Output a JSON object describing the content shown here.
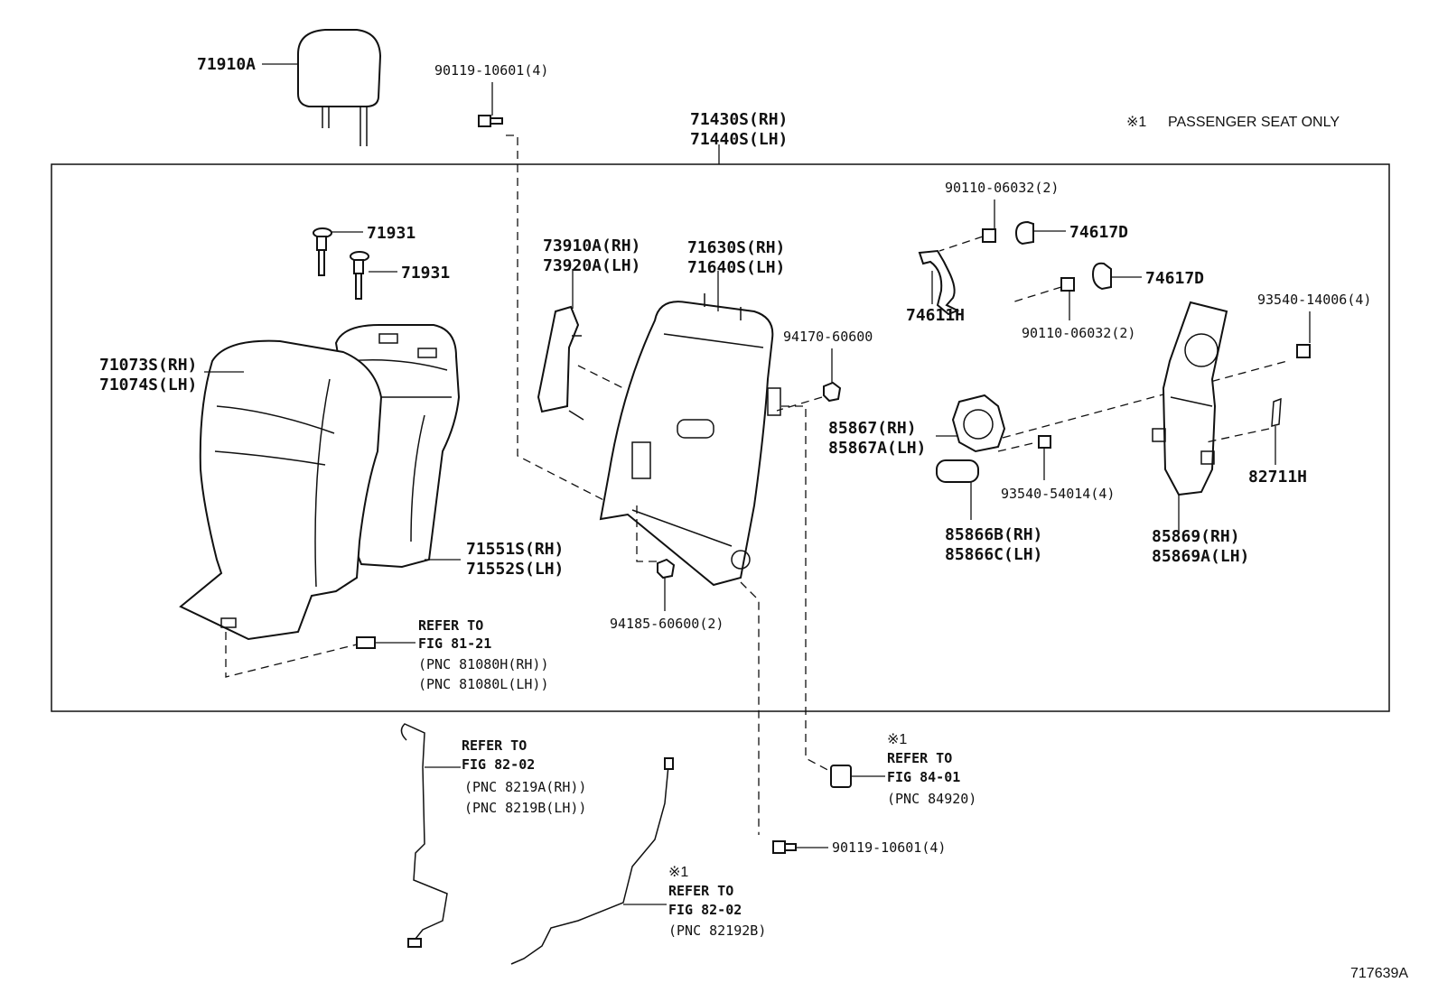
{
  "note": {
    "mark": "※1",
    "text": "PASSENGER SEAT ONLY"
  },
  "diagram_id": "717639A",
  "labels": {
    "headrest": "71910A",
    "bolt_top": "90119-10601(4)",
    "assembly_rh": "71430S(RH)",
    "assembly_lh": "71440S(LH)",
    "bolt_handle_1": "90110-06032(2)",
    "cap_1": "74617D",
    "handle": "74611H",
    "cap_2": "74617D",
    "bolt_handle_2": "90110-06032(2)",
    "support_top": "71931",
    "support_bottom": "71931",
    "cover_rh": "73910A(RH)",
    "cover_lh": "73920A(LH)",
    "frame_rh": "71630S(RH)",
    "frame_lh": "71640S(LH)",
    "nut_top": "94170-60600",
    "screw_right": "93540-14006(4)",
    "cushion_cover_rh": "71073S(RH)",
    "cushion_cover_lh": "71074S(LH)",
    "lumbar_rh": "85867(RH)",
    "lumbar_lh": "85867A(LH)",
    "hook": "82711H",
    "screw_mid": "93540-54014(4)",
    "board_rh": "71551S(RH)",
    "board_lh": "71552S(LH)",
    "knob_rh": "85866B(RH)",
    "knob_lh": "85866C(LH)",
    "panel_rh": "85869(RH)",
    "panel_lh": "85869A(LH)",
    "nut_bottom": "94185-60600(2)",
    "bolt_bottom": "90119-10601(4)"
  },
  "refs": {
    "r1": {
      "line1": "REFER TO",
      "line2": "FIG 81-21",
      "line3": "(PNC 81080H(RH))",
      "line4": "(PNC 81080L(LH))"
    },
    "r2": {
      "line1": "REFER TO",
      "line2": "FIG 82-02",
      "line3": "(PNC 8219A(RH))",
      "line4": "(PNC 8219B(LH))"
    },
    "r3": {
      "mark": "※1",
      "line1": "REFER TO",
      "line2": "FIG 84-01",
      "line3": "(PNC 84920)"
    },
    "r4": {
      "mark": "※1",
      "line1": "REFER TO",
      "line2": "FIG 82-02",
      "line3": "(PNC 82192B)"
    }
  }
}
